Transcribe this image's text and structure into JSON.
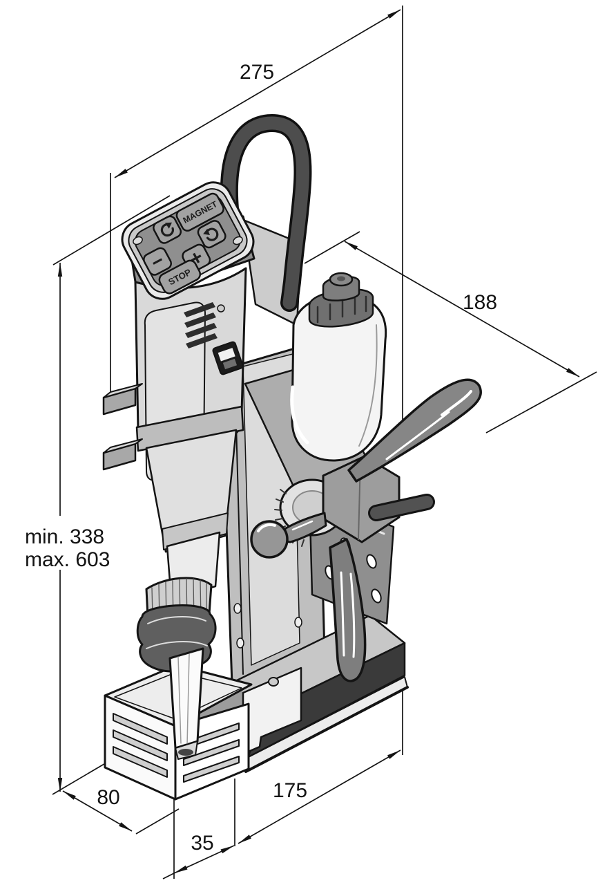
{
  "figure": {
    "type": "dimensional-drawing",
    "subject": "magnetic core drill press, isometric line illustration with overall dimensions"
  },
  "dimensions": {
    "top_width": "275",
    "depth": "188",
    "height_min": "min. 338",
    "height_max": "max. 603",
    "guard_width": "80",
    "spindle_offset": "35",
    "base_length": "175"
  },
  "control_panel": {
    "magnet": "MAGNET",
    "stop": "STOP",
    "plus": "+",
    "minus": "−"
  },
  "icons": {
    "rotate_left": "counterclockwise-arrow",
    "rotate_right": "clockwise-arrow"
  },
  "colors": {
    "background": "#ffffff",
    "line": "#141414",
    "machine_light": "#dcdcdc",
    "machine_mid": "#a8a8a8",
    "machine_dark": "#4d4d4d",
    "base_dark": "#3a3a3a"
  }
}
